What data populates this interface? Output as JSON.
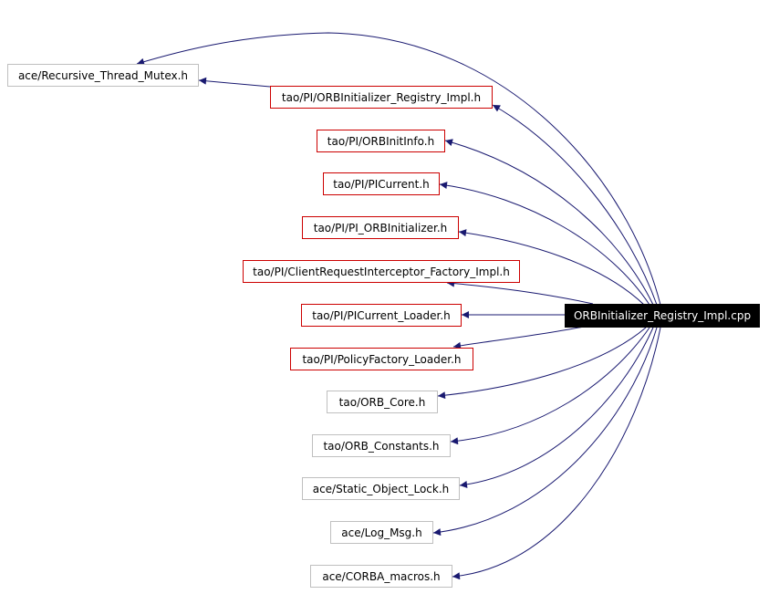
{
  "colors": {
    "edge": "#191970",
    "red_border": "#cc0000",
    "gray_border": "#bfbfbf",
    "root_fill": "#000000"
  },
  "root": {
    "label": "ORBInitializer_Registry_Impl.cpp"
  },
  "nodes": [
    {
      "id": "n0",
      "label": "ace/Recursive_Thread_Mutex.h",
      "style": "gray"
    },
    {
      "id": "n1",
      "label": "tao/PI/ORBInitializer_Registry_Impl.h",
      "style": "red"
    },
    {
      "id": "n2",
      "label": "tao/PI/ORBInitInfo.h",
      "style": "red"
    },
    {
      "id": "n3",
      "label": "tao/PI/PICurrent.h",
      "style": "red"
    },
    {
      "id": "n4",
      "label": "tao/PI/PI_ORBInitializer.h",
      "style": "red"
    },
    {
      "id": "n5",
      "label": "tao/PI/ClientRequestInterceptor_Factory_Impl.h",
      "style": "red"
    },
    {
      "id": "n6",
      "label": "tao/PI/PICurrent_Loader.h",
      "style": "red"
    },
    {
      "id": "n7",
      "label": "tao/PI/PolicyFactory_Loader.h",
      "style": "red"
    },
    {
      "id": "n8",
      "label": "tao/ORB_Core.h",
      "style": "gray"
    },
    {
      "id": "n9",
      "label": "tao/ORB_Constants.h",
      "style": "gray"
    },
    {
      "id": "n10",
      "label": "ace/Static_Object_Lock.h",
      "style": "gray"
    },
    {
      "id": "n11",
      "label": "ace/Log_Msg.h",
      "style": "gray"
    },
    {
      "id": "n12",
      "label": "ace/CORBA_macros.h",
      "style": "gray"
    }
  ],
  "edges": [
    [
      "root",
      "n0"
    ],
    [
      "root",
      "n1"
    ],
    [
      "root",
      "n2"
    ],
    [
      "root",
      "n3"
    ],
    [
      "root",
      "n4"
    ],
    [
      "root",
      "n5"
    ],
    [
      "root",
      "n6"
    ],
    [
      "root",
      "n7"
    ],
    [
      "root",
      "n8"
    ],
    [
      "root",
      "n9"
    ],
    [
      "root",
      "n10"
    ],
    [
      "root",
      "n11"
    ],
    [
      "root",
      "n12"
    ],
    [
      "n1",
      "n0"
    ]
  ]
}
